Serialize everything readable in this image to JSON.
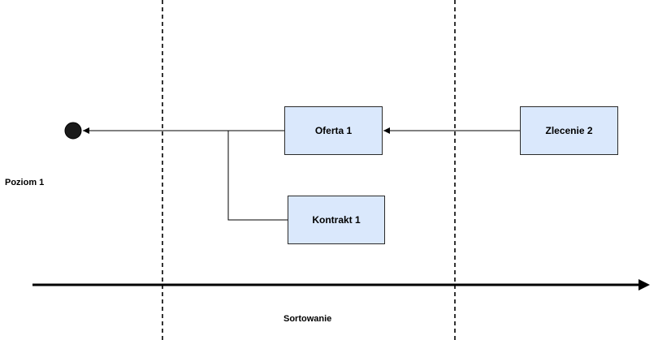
{
  "diagram": {
    "level_label": "Poziom 1",
    "axis_label": "Sortowanie",
    "nodes": {
      "oferta": "Oferta 1",
      "zlecenie": "Zlecenie 2",
      "kontrakt": "Kontrakt 1"
    },
    "colors": {
      "box_fill": "#dae8fc",
      "box_stroke": "#2b2b2b",
      "line": "#000000",
      "terminal": "#1a1a1a"
    }
  }
}
